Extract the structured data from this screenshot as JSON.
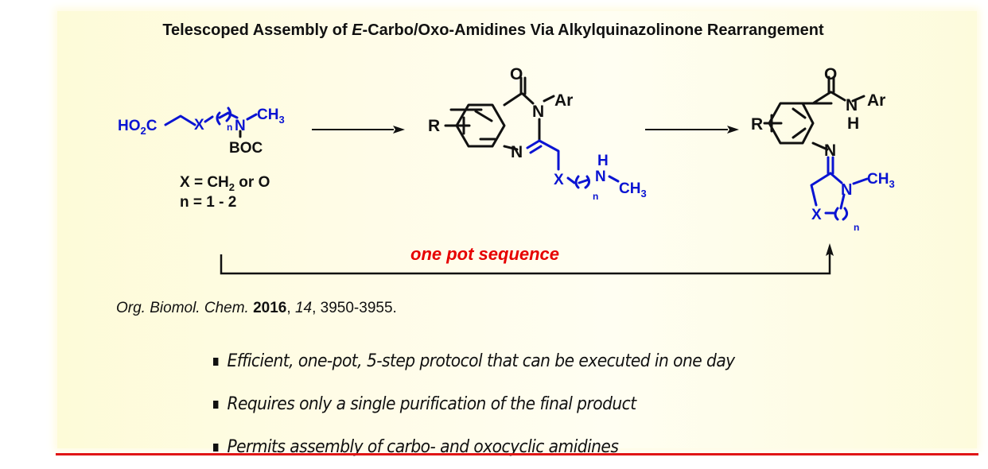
{
  "title": {
    "prefix": "Telescoped Assembly of ",
    "italic": "E",
    "suffix": "-Carbo/Oxo-Amidines Via Alkylquinazolinone Rearrangement"
  },
  "starting_material": {
    "ho2c": "HO",
    "ho2c_sub": "2",
    "ho2c_c": "C",
    "x": "X",
    "n": "n",
    "n_atom": "N",
    "ch3": "CH",
    "ch3_sub": "3",
    "boc": "BOC",
    "condition_x": "X = CH",
    "condition_x_sub": "2",
    "condition_x_tail": " or O",
    "condition_n": "n = 1 - 2"
  },
  "intermediate": {
    "o": "O",
    "n_ar": "N",
    "ar": "Ar",
    "r": "R",
    "n_ring": "N",
    "x": "X",
    "n": "n",
    "h": "H",
    "n_amine": "N",
    "ch3": "CH",
    "ch3_sub": "3"
  },
  "product": {
    "o": "O",
    "n_amide": "N",
    "h": "H",
    "ar": "Ar",
    "r": "R",
    "n_imine": "N",
    "n_ring": "N",
    "ch3": "CH",
    "ch3_sub": "3",
    "x": "X",
    "n": "n"
  },
  "one_pot_label": "one pot sequence",
  "citation": {
    "journal": "Org. Biomol. Chem.",
    "year": "2016",
    "volume": "14",
    "pages": ", 3950-3955."
  },
  "bullets": [
    "Efficient, one-pot, 5-step protocol that can be executed in one day",
    "Requires only a single purification of the final product",
    "Permits assembly of carbo- and oxocyclic amidines"
  ],
  "colors": {
    "panel_bg": "#fffce6",
    "blue": "#0a14d2",
    "red": "#e60000",
    "rule": "#e01515",
    "text": "#111111"
  }
}
